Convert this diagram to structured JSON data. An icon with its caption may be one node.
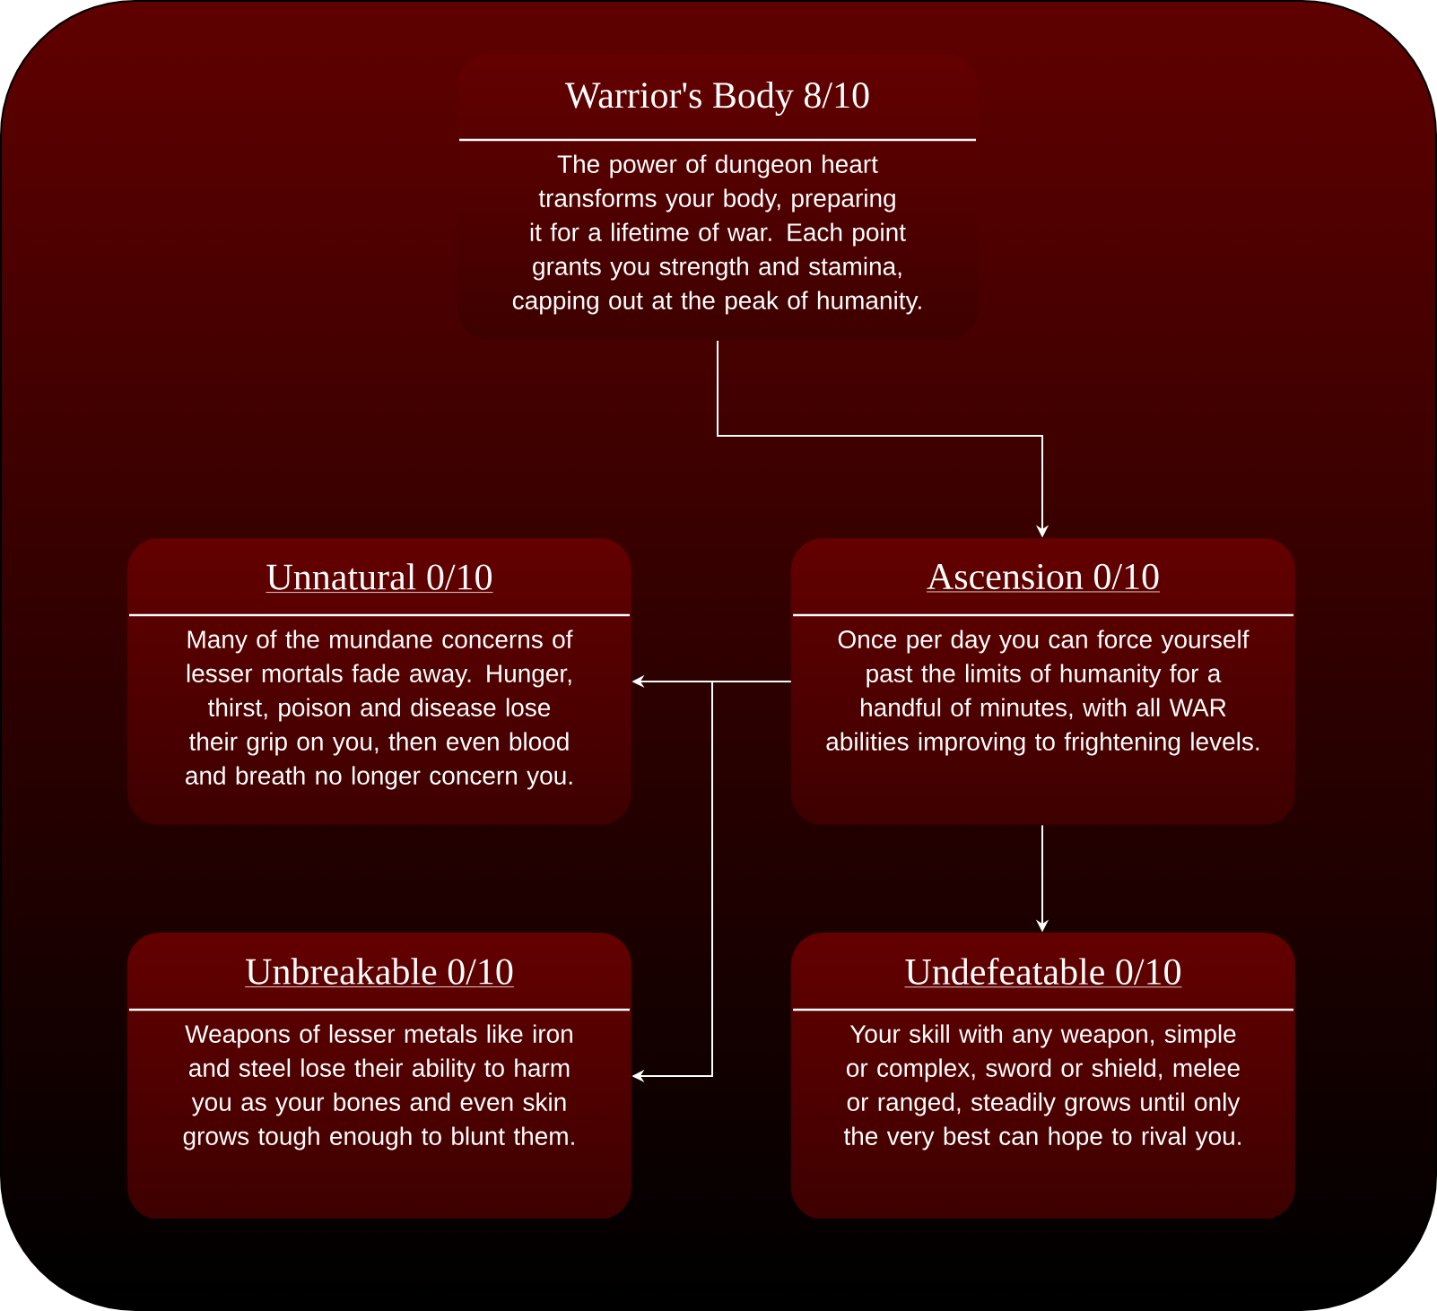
{
  "diagram": {
    "nodes": [
      {
        "text": [
          "Warrior's Body 8/10",
          "The power of dungeon heart transforms your body, preparing it for a lifetime of war. Each point grants you strength and stamina, capping out at the peak of humanity."
        ]
      },
      {
        "text": [
          "Ascension 0/10",
          "Once per day you can force yourself past the limits of humanity for a handful of minutes, with all WAR abilities improving to frightening levels."
        ]
      },
      {
        "text": [
          "Unnatural 0/10",
          "Many of the mundane concerns of lesser mortals fade away. Hunger, thirst, poison and disease lose their grip on you, then even blood and breath no longer concern you."
        ]
      },
      {
        "text": [
          "Unbreakable 0/10",
          "Weapons of lesser metals like iron and steel lose their ability to harm you as your bones and even skin grows tough enough to blunt them."
        ]
      },
      {
        "text": [
          "Undefeatable 0/10",
          "Your skill with any weapon, simple or complex, sword or shield, melee or ranged, steadily grows until only the very best can hope to rival you."
        ]
      }
    ],
    "edges": [
      {
        "from": 0,
        "to": 1,
        "arrow": "to"
      },
      {
        "from": 1,
        "to": 2,
        "arrow": "to"
      },
      {
        "from": 1,
        "to": 3,
        "arrow": "to"
      },
      {
        "from": 1,
        "to": 4,
        "arrow": "to"
      }
    ]
  }
}
